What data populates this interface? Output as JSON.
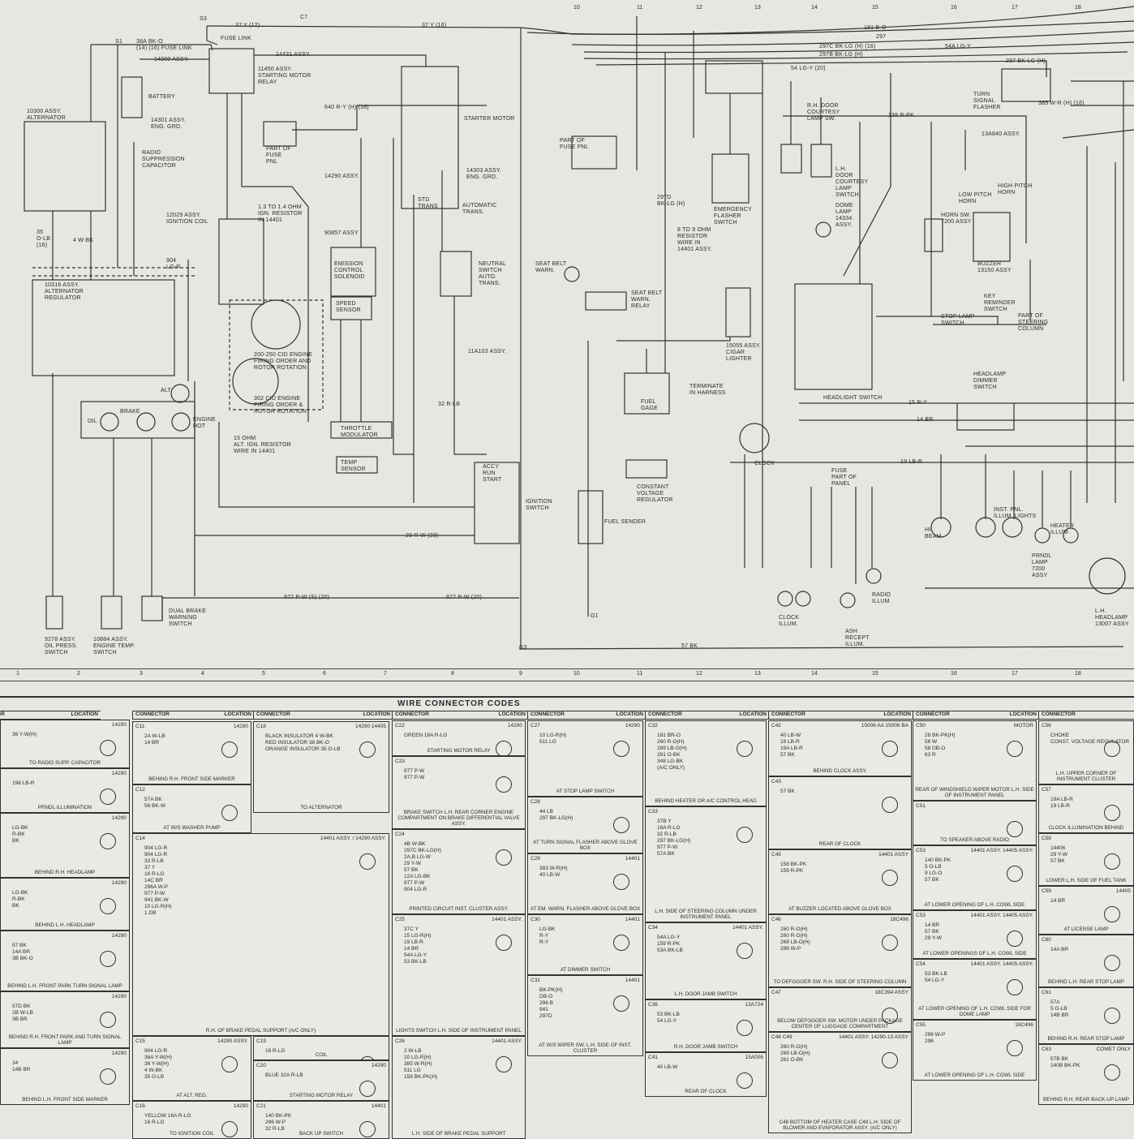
{
  "diagram": {
    "labels": [
      "37 Y (12)",
      "C7",
      "37 Y (16)",
      "S3",
      "FUSE LINK",
      "S1",
      "38A BK-O\n(14) (16) FUSE LINK",
      "14300 ASSY.",
      "14431 ASSY.",
      "11450 ASSY.\nSTARTING MOTOR\nRELAY",
      "BATTERY",
      "10300 ASSY.\nALTERNATOR",
      "14301 ASSY.\nENG. GRD.",
      "STARTER MOTOR",
      "640 R-Y (H) (18)",
      "PART OF\nFUSE\nPNL",
      "RADIO\nSUPPRESSION\nCAPACITOR",
      "14303 ASSY.\nENG. GRD.",
      "14290 ASSY.",
      "1.3 TO 1.4 OHM\nIGN. RESISTOR\nIN 14401",
      "12029 ASSY.\nIGNITION COIL",
      "STD\nTRANS",
      "AUTOMATIC\nTRANS.",
      "90857 ASSY",
      "EMISSION\nCONTROL\nSOLENOID",
      "NEUTRAL\nSWITCH\nAUTO.\nTRANS.",
      "10316 ASSY.\nALTERNATOR\nREGULATOR",
      "SPEED\nSENSOR",
      "200-250 CID ENGINE\nFIRING ORDER AND\nROTOR ROTATION",
      "302 CID ENGINE\nFIRING ORDER &\nROTOR ROTATION",
      "11A103 ASSY.",
      "THROTTLE\nMODULATOR",
      "TEMP\nSENSOR",
      "15 OHM\nALT. IGN. RESISTOR\nWIRE IN 14401",
      "OIL",
      "BRAKE",
      "ALT",
      "ENGINE\nHOT",
      "ACCY\nRUN\nSTART",
      "IGNITION\nSWITCH",
      "DUAL BRAKE\nWARNING\nSWITCH",
      "9278 ASSY.\nOIL PRESS.\nSWITCH",
      "10884 ASSY.\nENGINE TEMP.\nSWITCH",
      "977 P-W (S) (20)",
      "977 P-W (20)",
      "57 BK",
      "181 B-O",
      "297",
      "297C BK-LG (H) (16)",
      "297B BK-LG (H)",
      "54A LG-Y",
      "297 BK-LG (H)",
      "TURN\nSIGNAL\nFLASHER",
      "54 LG-Y (20)",
      "139 R-PK",
      "385 W-R (H) (16)",
      "PART OF\nFUSE PNL",
      "EMERGENCY\nFLASHER\nSWITCH",
      "R.H. DOOR\nCOURTESY\nLAMP SW.",
      "L.H.\nDOOR\nCOURTESY\nLAMP\nSWITCH",
      "DOME\nLAMP\n14334\nASSY.",
      "LOW PITCH\nHORN",
      "HIGH PITCH\nHORN",
      "13A840 ASSY.",
      "HORN SW.\n7200 ASSY",
      "BUZZER\n13150 ASSY",
      "KEY\nREMINDER\nSWITCH",
      "PART OF\nSTEERING\nCOLUMN",
      "STOP LAMP\nSWITCH",
      "8 TO 9 OHM\nRESISTOR\nWIRE IN\n14401 ASSY.",
      "SEAT BELT\nWARN.",
      "SEAT BELT\nWARN.\nRELAY",
      "15055 ASSY.\nCIGAR\nLIGHTER",
      "HEADLIGHT SWITCH",
      "FUEL\nGAGE",
      "TERMINATE\nIN HARNESS",
      "HEADLAMP\nDIMMER\nSWITCH",
      "CLOCK",
      "FUSE\nPART OF\nPANEL",
      "INST. PNL.\nILLUM. LIGHTS",
      "HEATER\nILLUM.",
      "HI\nBEAM",
      "CONSTANT\nVOLTAGE\nREGULATOR",
      "FUEL SENDER",
      "RADIO\nILLUM.",
      "CLOCK\nILLUM.",
      "ASH\nRECEPT\nILLUM.",
      "PRNDL\nLAMP\n7200\nASSY",
      "L.H. HEADLAMP\n13007 ASSY",
      "G3",
      "G1",
      "15 R-Y",
      "14 BR",
      "19 LB-R",
      "297D\nBK-LG (H)",
      "4 W-BK",
      "35\nO-LB\n(16)",
      "904\nLG-R",
      "32 R-LB",
      "29 R-W (20)"
    ]
  },
  "ruler": {
    "bottom": [
      "1",
      "2",
      "3",
      "4",
      "5",
      "6",
      "7",
      "8",
      "9",
      "10",
      "11",
      "12",
      "13",
      "14",
      "15",
      "16",
      "17",
      "18"
    ],
    "top": [
      "10",
      "11",
      "12",
      "13",
      "14",
      "15",
      "16",
      "17",
      "18"
    ]
  },
  "codes": {
    "title": "WIRE CONNECTOR CODES",
    "col_connector": "CONNECTOR",
    "col_location": "LOCATION",
    "connectors": [
      {
        "id": "",
        "part": "14290",
        "caption": "TO RADIO SUPP. CAPACITOR",
        "wires": [
          "36  Y-W(H)"
        ]
      },
      {
        "id": "",
        "part": "14290",
        "caption": "PRNDL ILLUMINATION",
        "wires": [
          "198  LB-R"
        ]
      },
      {
        "id": "",
        "part": "14290",
        "caption": "BEHIND R.H. HEADLAMP",
        "wires": [
          "LG-BK",
          "R-BK",
          "BK"
        ]
      },
      {
        "id": "",
        "part": "14290",
        "caption": "BEHIND L.H. HEADLAMP",
        "wires": [
          "LG-BK",
          "R-BK",
          "BK"
        ]
      },
      {
        "id": "",
        "part": "14290",
        "caption": "BEHIND L.H. FRONT PARK TURN SIGNAL LAMP",
        "wires": [
          "57  BK",
          "14A  BR",
          "3B  BK-O"
        ]
      },
      {
        "id": "",
        "part": "14290",
        "caption": "BEHIND R.H. FRONT PARK AND TURN SIGNAL LAMP",
        "wires": [
          "57D  BK",
          "2B  W-LB",
          "3B  BR"
        ]
      },
      {
        "id": "",
        "part": "14290",
        "caption": "BEHIND L.H. FRONT SIDE MARKER",
        "wires": [
          "34",
          "14B  BR"
        ]
      },
      {
        "id": "C11",
        "part": "14290",
        "caption": "BEHIND R.H. FRONT SIDE MARKER",
        "wires": [
          "2A  W-LB",
          "14  BR"
        ]
      },
      {
        "id": "C12",
        "part": "",
        "caption": "AT W/S WASHER PUMP",
        "wires": [
          "57A  BK",
          "56  BK-W"
        ]
      },
      {
        "id": "C14",
        "part": "14401 ASSY. / 14290 ASSY.",
        "caption": "R.H. OF BRAKE PEDAL SUPPORT  (A/C ONLY)",
        "wires": [
          "904  LG-R",
          "904  LG-R",
          "32  R-LB",
          "37  Y",
          "16  R-LG",
          "14C  BR",
          "296A  W-P",
          "977  P-W",
          "941  BK-W",
          "10  LG-R(H)",
          "1  DB"
        ]
      },
      {
        "id": "C15",
        "part": "14290 ASSY.",
        "caption": "AT ALT. REG.",
        "wires": [
          "904  LG-R",
          "36A  Y-W(H)",
          "36  Y-W(H)",
          "4  W-BK",
          "35  O-LB"
        ]
      },
      {
        "id": "C16",
        "part": "14290",
        "caption": "TO IGNITION COIL",
        "wires": [
          "YELLOW  16A  R-LG",
          "16  R-LG"
        ]
      },
      {
        "id": "C18",
        "part": "14290 14405",
        "caption": "TO ALTERNATOR",
        "wires": [
          "BLACK INSULATOR  4  W-BK",
          "RED INSULATOR  38  BK-O",
          "ORANGE INSULATOR  35  O-LB"
        ]
      },
      {
        "id": "C19",
        "part": "",
        "caption": "COIL",
        "wires": [
          "16  R-LG"
        ]
      },
      {
        "id": "C20",
        "part": "14290",
        "caption": "STARTING MOTOR RELAY",
        "wires": [
          "BLUE  32A  R-LB"
        ]
      },
      {
        "id": "C21",
        "part": "14401",
        "caption": "BACK UP SWITCH",
        "wires": [
          "140  BK-PK",
          "296  W-P",
          "32  R-LB"
        ]
      },
      {
        "id": "C22",
        "part": "14290",
        "caption": "STARTING MOTOR RELAY",
        "wires": [
          "GREEN  16A  R-LG"
        ]
      },
      {
        "id": "C23",
        "part": "",
        "caption": "BRAKE SWITCH L.H. REAR CORNER ENGINE COMPARTMENT ON BRAKE DIFFERENTIAL VALVE ASSY.",
        "wires": [
          "977  P-W",
          "977  P-W"
        ]
      },
      {
        "id": "C24",
        "part": "",
        "caption": "PRINTED CIRCUIT INST. CLUSTER ASSY.",
        "wires": [
          "4B  W-BK",
          "297C  BK-LG(H)",
          "2A,B  LG-W",
          "29  Y-W",
          "57  BK",
          "12A  LG-BK",
          "977  P-W",
          "904  LG-R"
        ]
      },
      {
        "id": "C25",
        "part": "14401 ASSY.",
        "caption": "LIGHTS SWITCH L.H. SIDE OF INSTRUMENT PANEL",
        "wires": [
          "37C  Y",
          "15  LG-R(H)",
          "19  LB-R",
          "14  BR",
          "54A  LG-Y",
          "53  BK-LB"
        ]
      },
      {
        "id": "C26",
        "part": "14401 ASSY.",
        "caption": "L.H. SIDE OF BRAKE PEDAL SUPPORT",
        "wires": [
          "2  W-LB",
          "10  LG-R(H)",
          "385  W-R(H)",
          "511  LG",
          "158  BK-PK(H)"
        ]
      },
      {
        "id": "C27",
        "part": "14290",
        "caption": "AT STOP LAMP SWITCH",
        "wires": [
          "10  LG-R(H)",
          "511  LG"
        ]
      },
      {
        "id": "C28",
        "part": "",
        "caption": "AT TURN SIGNAL FLASHER ABOVE GLOVE BOX",
        "wires": [
          "44  LB",
          "297  BK-LG(H)"
        ]
      },
      {
        "id": "C29",
        "part": "14401",
        "caption": "AT EM. WARN. FLASHER ABOVE GLOVE BOX",
        "wires": [
          "383  W-R(H)",
          "40  LB-W"
        ]
      },
      {
        "id": "C30",
        "part": "14401",
        "caption": "AT DIMMER SWITCH",
        "wires": [
          "LG-BK",
          "R-Y",
          "R-Y"
        ]
      },
      {
        "id": "C31",
        "part": "14401",
        "caption": "AT W/S WIPER SW. L.H. SIDE OF INST. CLUSTER",
        "wires": [
          "BK-PK(H)",
          "DB-O",
          "296 B",
          "941",
          "297D"
        ]
      },
      {
        "id": "C32",
        "part": "",
        "caption": "BEHIND HEATER OR A/C CONTROL HEAD",
        "wires": [
          "181  BR-O",
          "260  R-O(H)",
          "269  LB-O(H)",
          "261  O-BK",
          "348  LG-BK",
          "(A/C ONLY)"
        ]
      },
      {
        "id": "C33",
        "part": "",
        "caption": "L.H. SIDE OF STEERING COLUMN UNDER INSTRUMENT PANEL",
        "wires": [
          "37B  Y",
          "16A  R-LG",
          "32  R-LB",
          "297  BK-LG(H)",
          "977  P-W",
          "57A  BK"
        ]
      },
      {
        "id": "C34",
        "part": "14401 ASSY.",
        "caption": "L.H. DOOR JAMB SWITCH",
        "wires": [
          "54A  LG-Y",
          "159  R-PK",
          "53A  BK-LB"
        ]
      },
      {
        "id": "C36",
        "part": "13A724",
        "caption": "R.H. DOOR JAMB SWITCH",
        "wires": [
          "53  BK-LB",
          "54  LG-Y"
        ]
      },
      {
        "id": "C41",
        "part": "15A006",
        "caption": "REAR OF CLOCK",
        "wires": [
          "40  LB-W"
        ]
      },
      {
        "id": "C42",
        "part": "15006 AA  15006 BA",
        "caption": "BEHIND CLOCK ASSY.",
        "wires": [
          "40  LB-W",
          "19  LB-R",
          "19A  LB-R",
          "57  BK"
        ]
      },
      {
        "id": "C43",
        "part": "",
        "caption": "REAR OF CLOCK",
        "wires": [
          "57  BK"
        ]
      },
      {
        "id": "C45",
        "part": "14401 ASSY",
        "caption": "AT BUZZER LOCATED ABOVE GLOVE BOX",
        "wires": [
          "158  BK-PK",
          "159  R-PK"
        ]
      },
      {
        "id": "C46",
        "part": "18C496",
        "caption": "TO DEFOGGER SW. R.H. SIDE OF STEERING COLUMN",
        "wires": [
          "260  R-O(H)",
          "260  R-O(H)",
          "269  LB-O(H)",
          "296  W-P"
        ]
      },
      {
        "id": "C47",
        "part": "18C394 ASSY",
        "caption": "BELOW DEFOGGER SW. MOTOR UNDER PACKAGE CENTER OF LUGGAGE COMPARTMENT",
        "wires": []
      },
      {
        "id": "C48 C49",
        "part": "14401 ASSY. 14290-13 ASSY",
        "caption": "C48 BOTTOM OF HEATER CASE  C49 L.H. SIDE OF BLOWER AND EVAPORATOR ASSY. (A/C ONLY)",
        "wires": [
          "260  R-O(H)",
          "269  LB-O(H)",
          "261  O-BK"
        ]
      },
      {
        "id": "C50",
        "part": "MOTOR",
        "caption": "REAR OF WINDSHIELD WIPER MOTOR L.H. SIDE OF INSTRUMENT PANEL",
        "wires": [
          "28  BK-PK(H)",
          "56  W",
          "58  DB-O",
          "63  R"
        ]
      },
      {
        "id": "C51",
        "part": "",
        "caption": "TO SPEAKER ABOVE RADIO",
        "wires": []
      },
      {
        "id": "C53",
        "part": "14401 ASSY.  14405 ASSY.",
        "caption": "AT LOWER OPENING OF L.H. COWL SIDE",
        "wires": [
          "140  BK-PK",
          "5  O-LB",
          "9  LG-O",
          "57  BK"
        ]
      },
      {
        "id": "C53",
        "part": "14401 ASSY.  14405 ASSY.",
        "caption": "AT LOWER OPENINGS OF L.H. COWL SIDE",
        "wires": [
          "14  BR",
          "57  BK",
          "29  Y-W"
        ]
      },
      {
        "id": "C54",
        "part": "14401 ASSY.  14405 ASSY.",
        "caption": "AT LOWER OPENING OF L.H. COWL SIDE FOR DOME LAMP",
        "wires": [
          "53  BK-LB",
          "54  LG-Y"
        ]
      },
      {
        "id": "C55",
        "part": "18C496",
        "caption": "AT LOWER OPENING OF L.H. COWL SIDE",
        "wires": [
          "296  W-P",
          "296"
        ]
      },
      {
        "id": "C56",
        "part": "",
        "caption": "L.H. UPPER CORNER OF INSTRUMENT CLUSTER",
        "wires": [
          "CHOKE",
          "CONST. VOLTAGE REGULATOR"
        ]
      },
      {
        "id": "C57",
        "part": "",
        "caption": "CLOCK ILLUMINATION BEHIND",
        "wires": [
          "19A  LB-R",
          "19  LB-R"
        ]
      },
      {
        "id": "C58",
        "part": "",
        "caption": "LOWER L.H. SIDE OF FUEL TANK",
        "wires": [
          "14406",
          "29  Y-W",
          "57  BK"
        ]
      },
      {
        "id": "C59",
        "part": "14405",
        "caption": "AT LICENSE LAMP",
        "wires": [
          "14  BR"
        ]
      },
      {
        "id": "C60",
        "part": "",
        "caption": "BEHIND L.H. REAR STOP LAMP",
        "wires": [
          "14A  BR"
        ]
      },
      {
        "id": "C61",
        "part": "",
        "caption": "BEHIND R.H. REAR STOP LAMP",
        "wires": [
          "57A",
          "5  O-LB",
          "14B  BR"
        ]
      },
      {
        "id": "C63",
        "part": "COMET ONLY",
        "caption": "BEHIND R.H. REAR BACK-UP LAMP",
        "wires": [
          "57B  BK",
          "140B  BK-PK"
        ]
      }
    ]
  }
}
